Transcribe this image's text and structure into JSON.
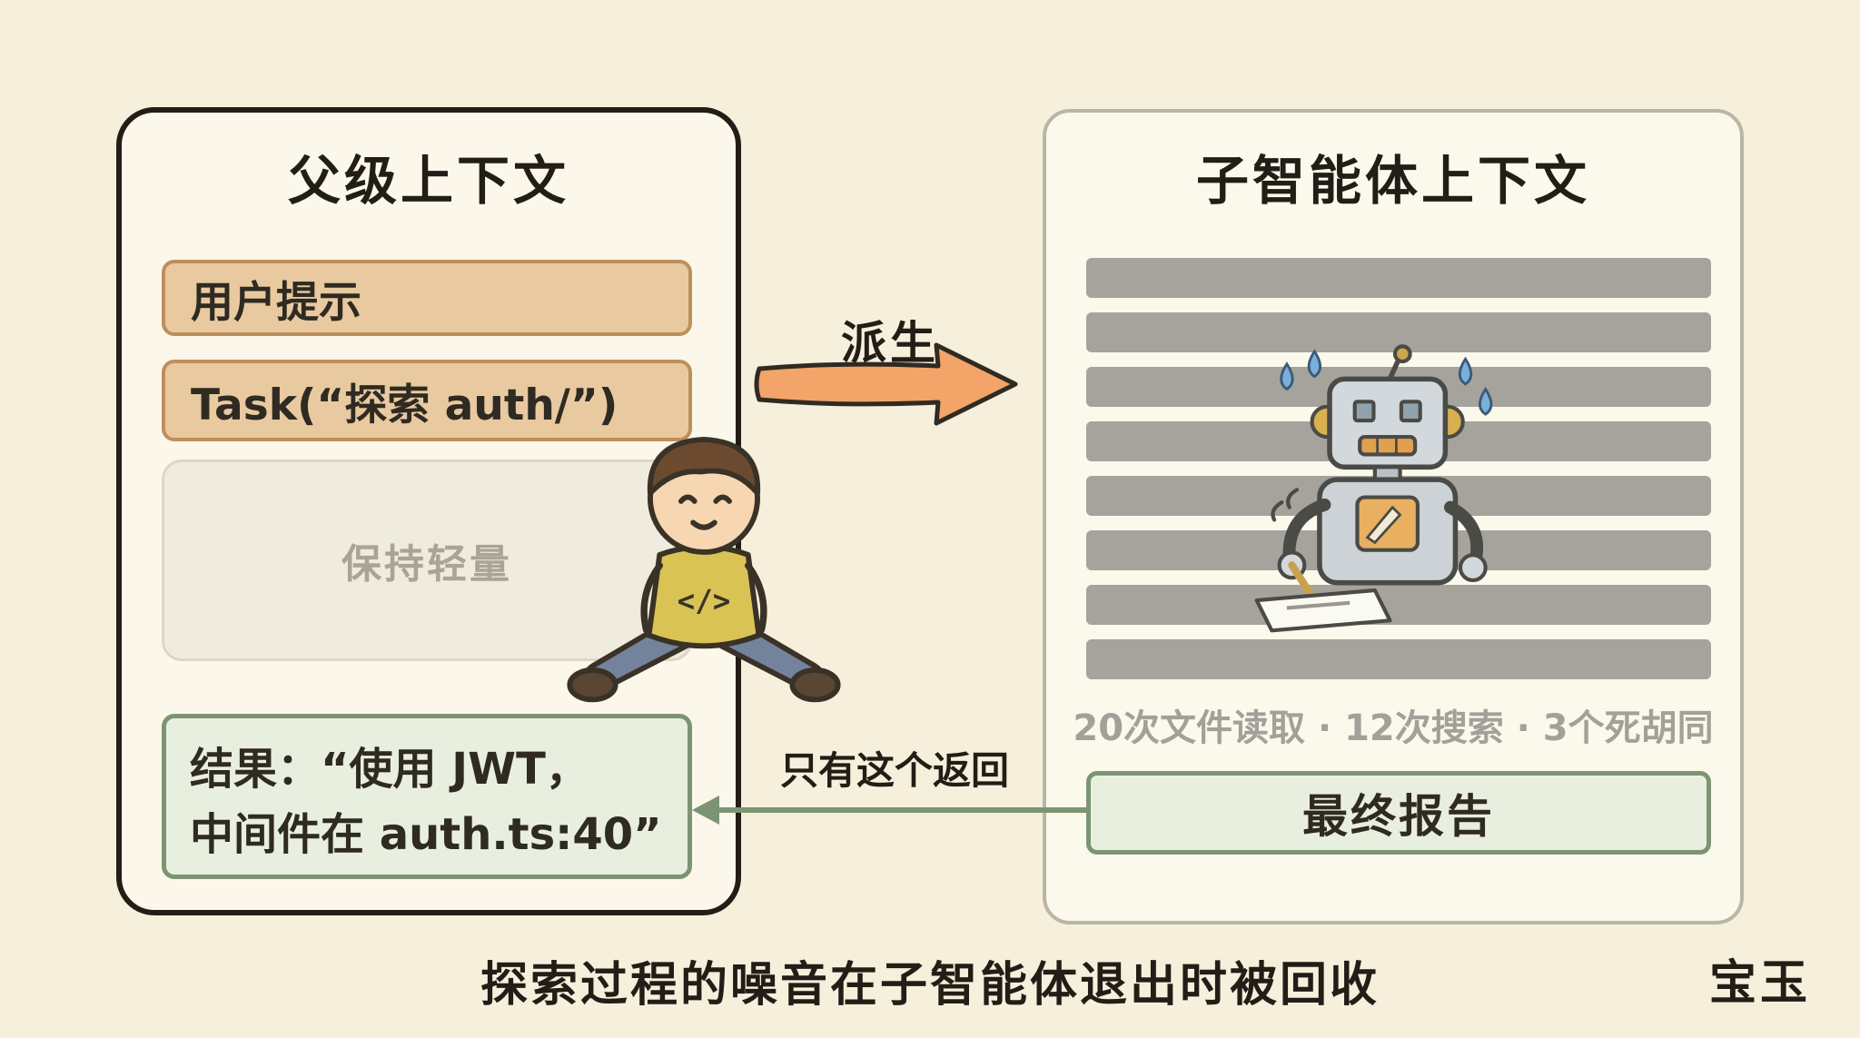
{
  "colors": {
    "background": "#f6efdc",
    "panel_fill": "#fbf7ea",
    "panel_border_dark": "#221d16",
    "panel_border_light": "#b9b6a6",
    "tan_fill": "#e9c9a0",
    "tan_border": "#bd8f5a",
    "muted_fill": "#efebdf",
    "muted_text": "#aba496",
    "green_fill": "#e9efdf",
    "green_border": "#7d9472",
    "noise_bar": "#a5a39c",
    "spawn_arrow_fill": "#f2a469",
    "return_arrow": "#7d9472"
  },
  "parent_panel": {
    "title": "父级上下文",
    "user_prompt": "用户提示",
    "task_call": "Task(“探索 auth/”)",
    "lightweight_note": "保持轻量",
    "result_line1": "结果：“使用 JWT，",
    "result_line2": "中间件在 auth.ts:40”"
  },
  "spawn_arrow": {
    "label": "派生"
  },
  "sub_panel": {
    "title": "子智能体上下文",
    "stats": "20次文件读取 · 12次搜索 · 3个死胡同",
    "final_report": "最终报告"
  },
  "return_arrow": {
    "label": "只有这个返回"
  },
  "footer": {
    "caption": "探索过程的噪音在子智能体退出时被回收",
    "signature": "宝玉"
  }
}
